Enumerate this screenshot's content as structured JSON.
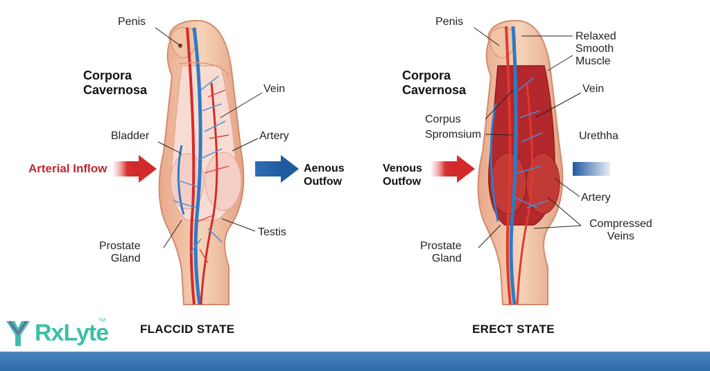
{
  "flaccid": {
    "caption": "FLACCID STATE",
    "labels": {
      "penis": "Penis",
      "corpora": "Corpora\nCavernosa",
      "vein": "Vein",
      "bladder": "Bladder",
      "artery": "Artery",
      "arterial_inflow": "Arterial Inflow",
      "venous_outflow": "Aenous\nOutfow",
      "testis": "Testis",
      "prostate": "Prostate\nGland"
    }
  },
  "erect": {
    "caption": "ERECT STATE",
    "labels": {
      "penis": "Penis",
      "relaxed": "Relaxed\nSmooth\nMuscle",
      "corpora": "Corpora\nCavernosa",
      "vein": "Vein",
      "corpus": "Corpus\nSpromsium",
      "urethra": "Urethha",
      "venous_outflow": "Venous\nOutfow",
      "artery": "Artery",
      "compressed": "Compressed\nVeins",
      "prostate": "Prostate\nGland"
    }
  },
  "brand": {
    "name": "RxLyte",
    "tm": "TM"
  },
  "colors": {
    "artery": "#d42a2a",
    "vein": "#2f7ac4",
    "skin": "#f3c9a8",
    "tissue_flaccid": "#f7d6cf",
    "tissue_erect": "#b3282c",
    "arrow_in": "#d32b2b",
    "arrow_out": "#1f5b9e",
    "brand": "#3dbfa8"
  }
}
